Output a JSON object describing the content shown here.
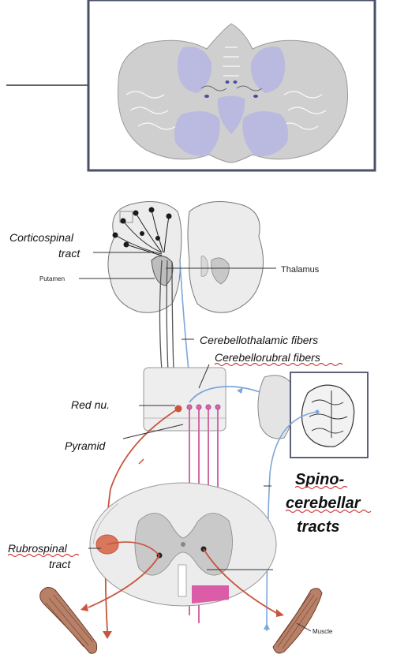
{
  "labels": {
    "corticospinal": [
      "Corticospinal",
      "tract"
    ],
    "putamen": "Putamen",
    "thalamus": "Thalamus",
    "cerebellothalamic": "Cerebellothalamic fibers",
    "cerebellorubral": "Cerebellorubral fibers",
    "red_nucleus": "Red nu.",
    "pyramid": "Pyramid",
    "spinocerebellar": [
      "Spino-",
      "cerebellar",
      "tracts"
    ],
    "rubrospinal": [
      "Rubrospinal",
      "tract"
    ],
    "muscle": "Muscle"
  },
  "colors": {
    "cerebellum_gray": "#c9c9c9",
    "cerebellum_highlight": "#b9b8e0",
    "frame": "#4a5068",
    "blue_pathway": "#7ea6d8",
    "red_pathway": "#c9543f",
    "pink_pathway": "#d36aa8",
    "muscle": "#b98068"
  }
}
